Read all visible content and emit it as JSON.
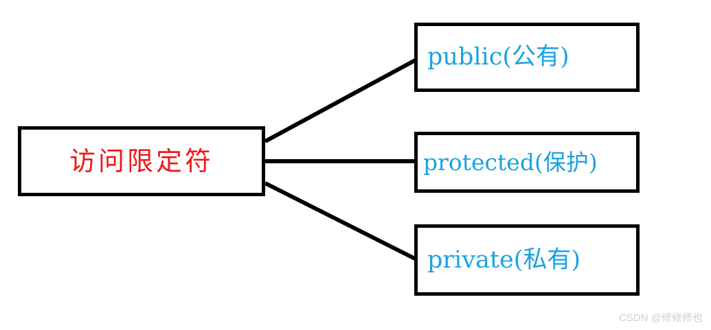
{
  "diagram": {
    "type": "tree",
    "title": "访问限定符 access specifiers diagram",
    "background_color": "#ffffff",
    "border_color": "#000000",
    "root": {
      "label": "访问限定符",
      "text_color": "#f01818"
    },
    "children": [
      {
        "label": "public(公有)",
        "keyword": "public",
        "translation": "公有",
        "text_color": "#19a3e0"
      },
      {
        "label": "protected(保护)",
        "keyword": "protected",
        "translation": "保护",
        "text_color": "#19a3e0"
      },
      {
        "label": "private(私有)",
        "keyword": "private",
        "translation": "私有",
        "text_color": "#19a3e0"
      }
    ]
  },
  "watermark": {
    "text": "CSDN @修修修也",
    "color": "#cfcfcf"
  }
}
